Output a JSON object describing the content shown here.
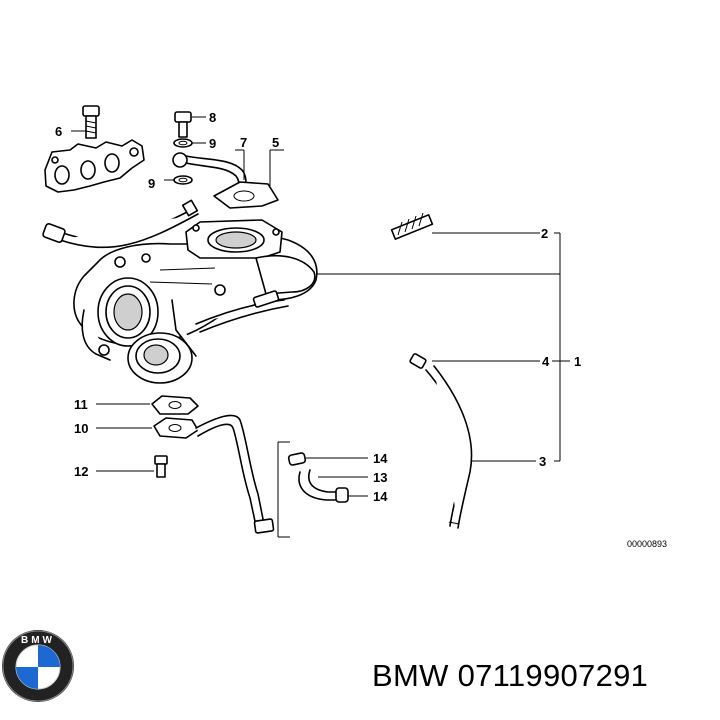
{
  "callouts": [
    {
      "id": "c1",
      "text": "1"
    },
    {
      "id": "c2",
      "text": "2"
    },
    {
      "id": "c3",
      "text": "3"
    },
    {
      "id": "c4",
      "text": "4"
    },
    {
      "id": "c5",
      "text": "5"
    },
    {
      "id": "c6",
      "text": "6"
    },
    {
      "id": "c7",
      "text": "7"
    },
    {
      "id": "c8",
      "text": "8"
    },
    {
      "id": "c9a",
      "text": "9"
    },
    {
      "id": "c9b",
      "text": "9"
    },
    {
      "id": "c10",
      "text": "10"
    },
    {
      "id": "c11",
      "text": "11"
    },
    {
      "id": "c12",
      "text": "12"
    },
    {
      "id": "c13",
      "text": "13"
    },
    {
      "id": "c14a",
      "text": "14"
    },
    {
      "id": "c14b",
      "text": "14"
    }
  ],
  "diagram_ref": "00000893",
  "logo": {
    "letters": "BMW",
    "colors": {
      "blue": "#1c69d4",
      "ring": "#222222",
      "white": "#ffffff"
    }
  },
  "footer": {
    "text": "BMW 07119907291"
  }
}
